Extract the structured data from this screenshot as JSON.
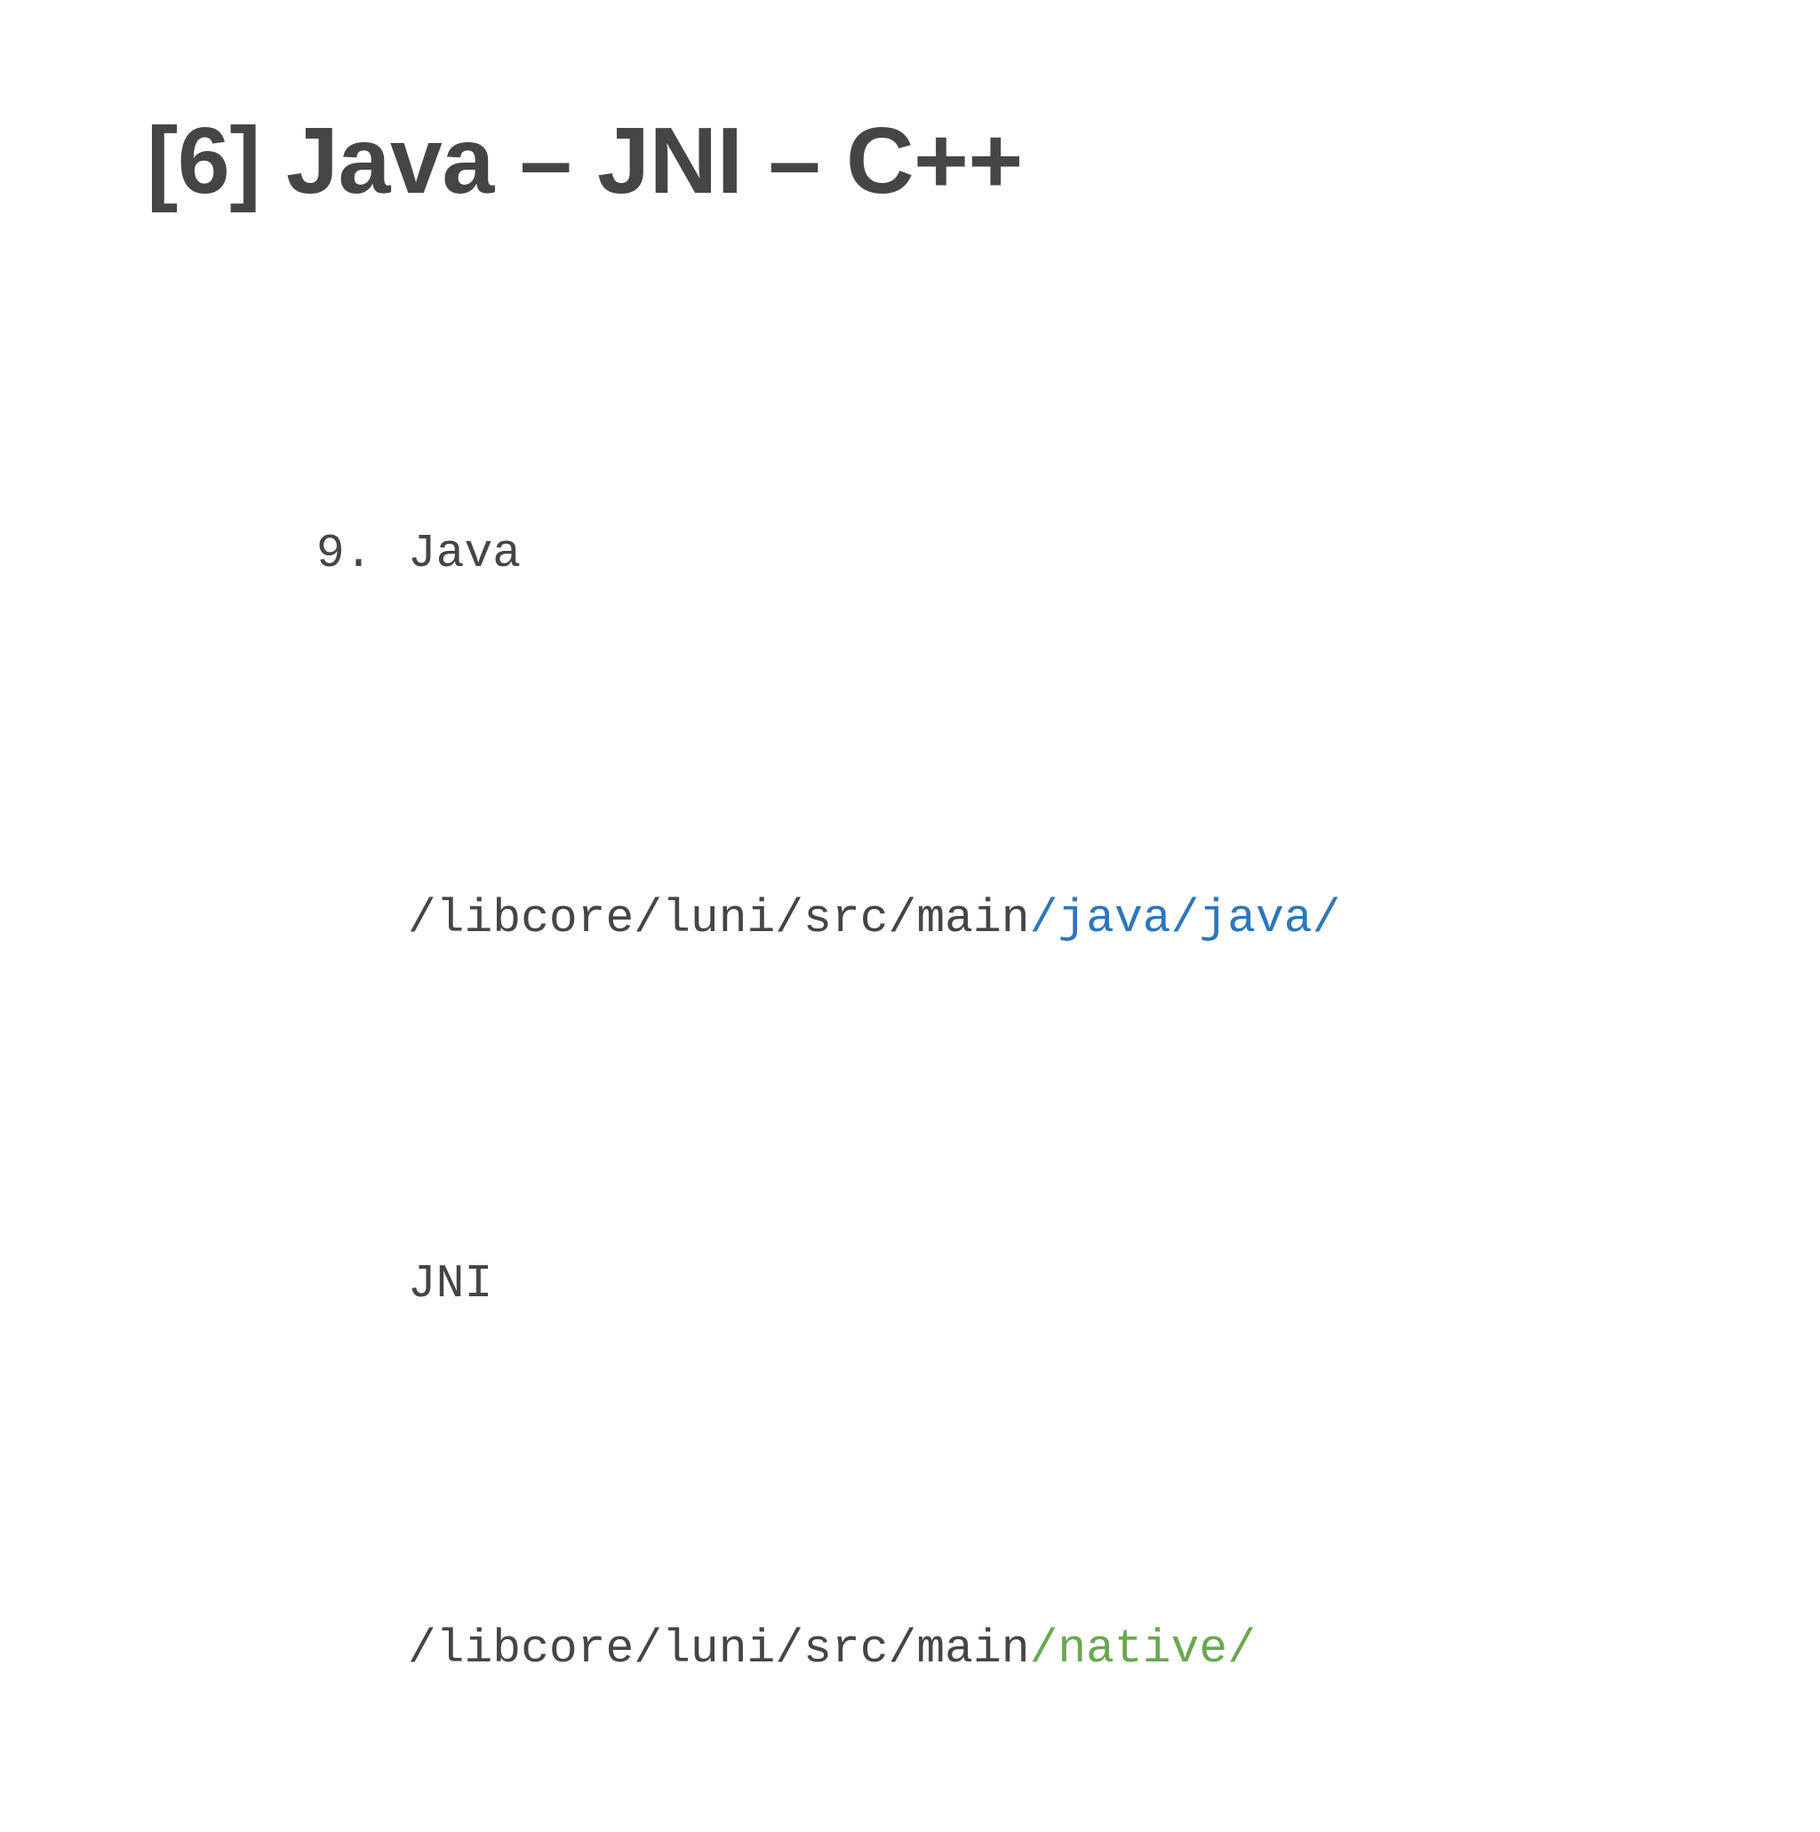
{
  "slide": {
    "title": "[6] Java – JNI – C++",
    "background_color": "#ffffff",
    "title_color": "#454545",
    "body_color": "#454545"
  },
  "colors": {
    "java_path_accent": "#2b77be",
    "native_path_accent": "#69a84f"
  },
  "body": {
    "list_item": {
      "marker": "9.",
      "label": "Java"
    },
    "lines": [
      {
        "name": "java-source-path",
        "prefix": "/libcore/luni/src/main",
        "suffix": "/java/java/",
        "suffix_color": "#2b77be"
      },
      {
        "name": "jni-label",
        "text": "JNI"
      },
      {
        "name": "native-source-path",
        "prefix": "/libcore/luni/src/main",
        "suffix": "/native/",
        "suffix_color": "#69a84f"
      }
    ]
  }
}
